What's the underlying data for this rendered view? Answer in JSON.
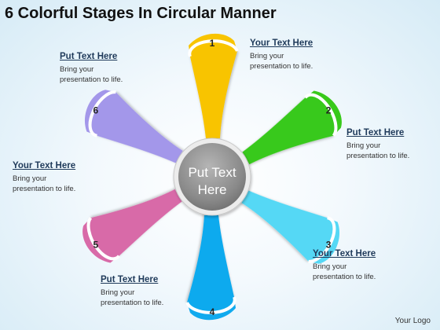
{
  "title": "6 Colorful Stages In Circular Manner",
  "center_text": [
    "Put Text",
    "Here"
  ],
  "stages": [
    {
      "number": "1",
      "color": "#f8c400"
    },
    {
      "number": "2",
      "color": "#38c91a"
    },
    {
      "number": "3",
      "color": "#55d8f5"
    },
    {
      "number": "4",
      "color": "#11aaee"
    },
    {
      "number": "5",
      "color": "#d86aa8"
    },
    {
      "number": "6",
      "color": "#a397ea"
    }
  ],
  "callouts": [
    {
      "title": "Your Text Here",
      "body": "Bring your\npresentation to life."
    },
    {
      "title": "Put Text Here",
      "body": "Bring your\npresentation to life."
    },
    {
      "title": "Your Text Here",
      "body": "Bring your\npresentation to life."
    },
    {
      "title": "Put Text Here",
      "body": "Bring your\npresentation to life."
    },
    {
      "title": "Your Text Here",
      "body": "Bring your\npresentation to life."
    },
    {
      "title": "Put Text Here",
      "body": "Bring your\npresentation to life."
    }
  ],
  "logo": "Your Logo",
  "colors": {
    "hub": "#8c8c8c",
    "hub_ring": "#d7d7d7",
    "cap_band": "#ffffff"
  }
}
